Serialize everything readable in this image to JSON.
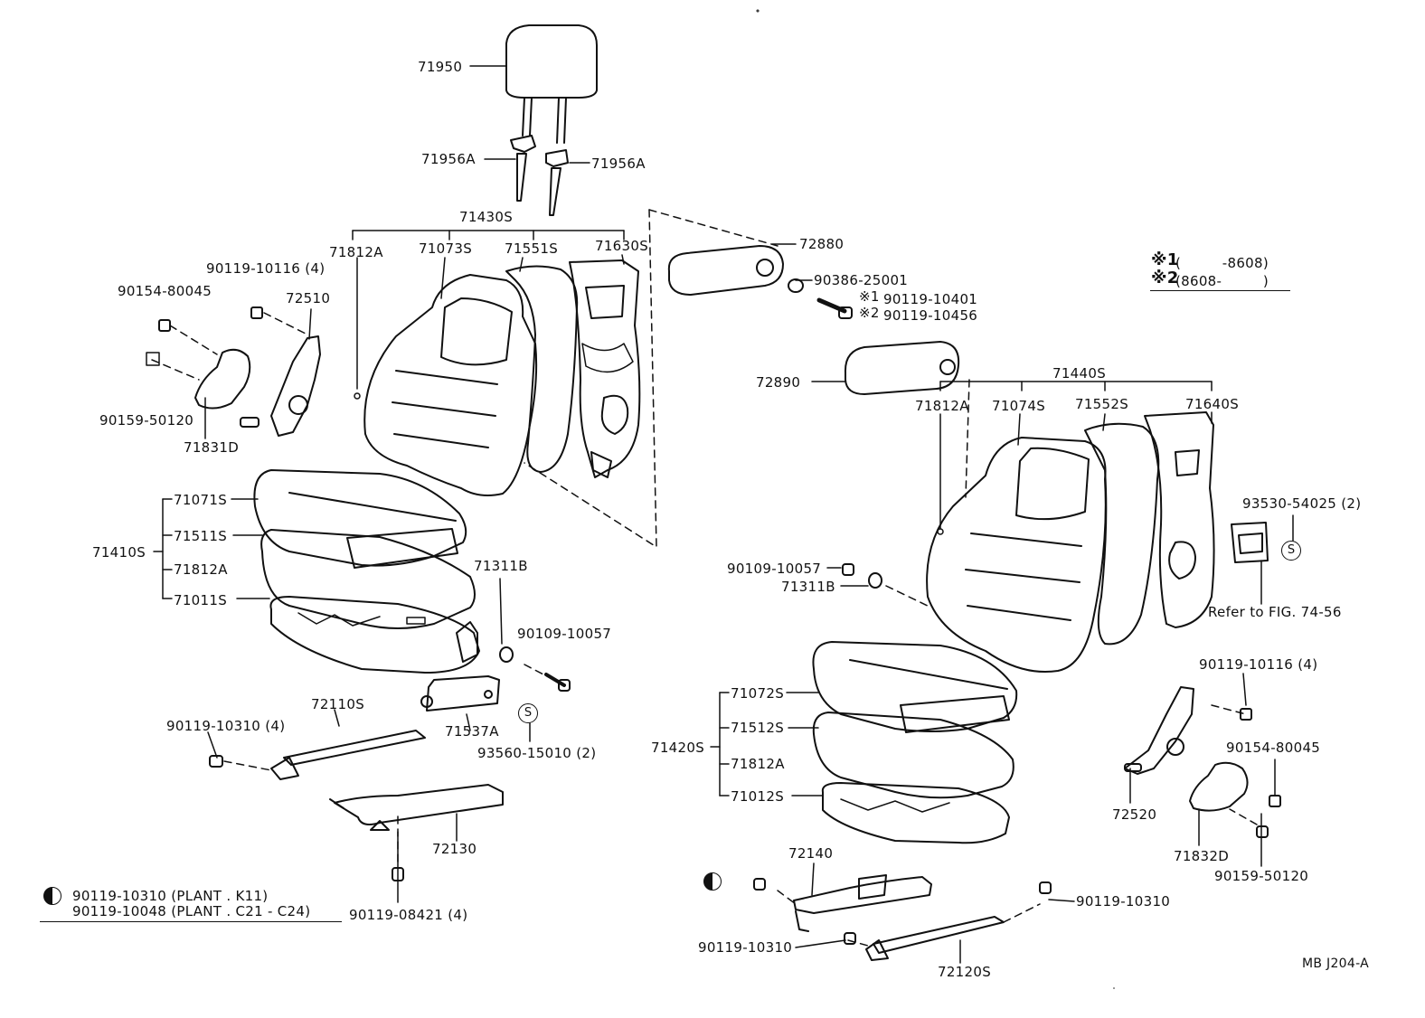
{
  "diagram": {
    "footer_code": "MB J204-A",
    "legend_note": {
      "line1": "90119-10310 (PLANT . K11)",
      "line2": "90119-10048 (PLANT . C21 - C24)"
    },
    "range_notes": {
      "n1_mark": "※1",
      "n1_text": "(         -8608)",
      "n2_mark": "※2",
      "n2_text": "(8608-         )"
    },
    "refer_text": "Refer to FIG. 74-56",
    "s_symbol": "S",
    "parts": {
      "p71950": "71950",
      "p71956A_l": "71956A",
      "p71956A_r": "71956A",
      "p71430S": "71430S",
      "p71812A_1": "71812A",
      "p71073S": "71073S",
      "p71551S": "71551S",
      "p71630S": "71630S",
      "p72880": "72880",
      "p90386": "90386-25001",
      "p90119_10401": "90119-10401",
      "p90119_10456": "90119-10456",
      "m1": "※1",
      "m2": "※2",
      "p90119_10116_l": "90119-10116 (4)",
      "p90154_l": "90154-80045",
      "p72510": "72510",
      "p90159_l": "90159-50120",
      "p71831D": "71831D",
      "p72890": "72890",
      "p71440S": "71440S",
      "p71812A_2": "71812A",
      "p71074S": "71074S",
      "p71552S": "71552S",
      "p71640S": "71640S",
      "p71071S": "71071S",
      "p71511S": "71511S",
      "p71410S": "71410S",
      "p71812A_3": "71812A",
      "p71011S": "71011S",
      "p71311B_1": "71311B",
      "p90109_1": "90109-10057",
      "p93530": "93530-54025 (2)",
      "p90109_2": "90109-10057",
      "p71311B_2": "71311B",
      "p72110S": "72110S",
      "p90119_10310_4": "90119-10310 (4)",
      "p71537A": "71537A",
      "p93560": "93560-15010 (2)",
      "p90119_10116_r": "90119-10116 (4)",
      "p71072S": "71072S",
      "p71512S": "71512S",
      "p71420S": "71420S",
      "p71812A_4": "71812A",
      "p71012S": "71012S",
      "p90154_r": "90154-80045",
      "p72520": "72520",
      "p72130": "72130",
      "p71832D": "71832D",
      "p90159_r": "90159-50120",
      "p72140": "72140",
      "p90119_08421": "90119-08421 (4)",
      "p90119_10310_a": "90119-10310",
      "p90119_10310_b": "90119-10310",
      "p72120S": "72120S"
    }
  }
}
